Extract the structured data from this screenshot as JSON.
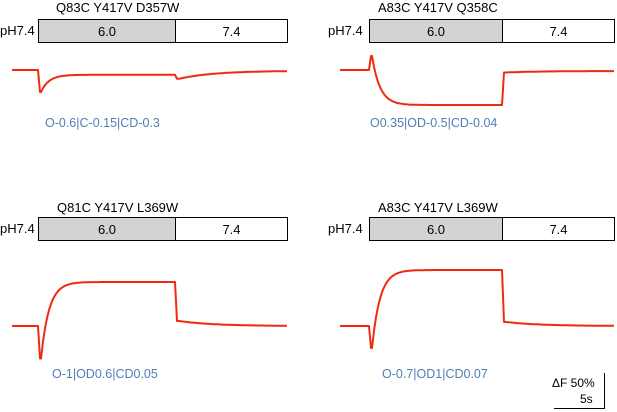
{
  "colors": {
    "trace": "#ee2b10",
    "params": "#4f7fb3",
    "low_ph_fill": "#d3d3d3"
  },
  "panels": [
    {
      "title": "Q83C  Y417V D357W",
      "ph_label": "pH7.4",
      "low_ph": "6.0",
      "high_ph": "7.4",
      "params": "O-0.6|C-0.15|CD-0.3",
      "trace_levels": {
        "baseline": 0,
        "spike": -0.55,
        "low_plateau": -0.12,
        "high_dip": -0.22,
        "high_end": -0.02
      }
    },
    {
      "title": "A83C  Y417V Q358C",
      "ph_label": "pH7.4",
      "low_ph": "6.0",
      "high_ph": "7.4",
      "params": "O0.35|OD-0.5|CD-0.04",
      "trace_levels": {
        "baseline": 0,
        "spike": 0.28,
        "low_plateau": -0.7,
        "high_dip": -0.05,
        "high_end": -0.02
      }
    },
    {
      "title": "Q81C  Y417V L369W",
      "ph_label": "pH7.4",
      "low_ph": "6.0",
      "high_ph": "7.4",
      "params": "O-1|OD0.6|CD0.05",
      "trace_levels": {
        "baseline": 0,
        "spike": -0.65,
        "low_plateau": 0.88,
        "high_dip": 0.1,
        "high_end": 0
      }
    },
    {
      "title": "A83C  Y417V L369W",
      "ph_label": "pH7.4",
      "low_ph": "6.0",
      "high_ph": "7.4",
      "params": "O-0.7|OD1|CD0.07",
      "trace_levels": {
        "baseline": 0,
        "spike": -0.55,
        "low_plateau": 1.4,
        "high_dip": 0.1,
        "high_end": 0
      }
    }
  ],
  "scale_bar": {
    "amplitude": "ΔF 50%",
    "time": "5s"
  }
}
